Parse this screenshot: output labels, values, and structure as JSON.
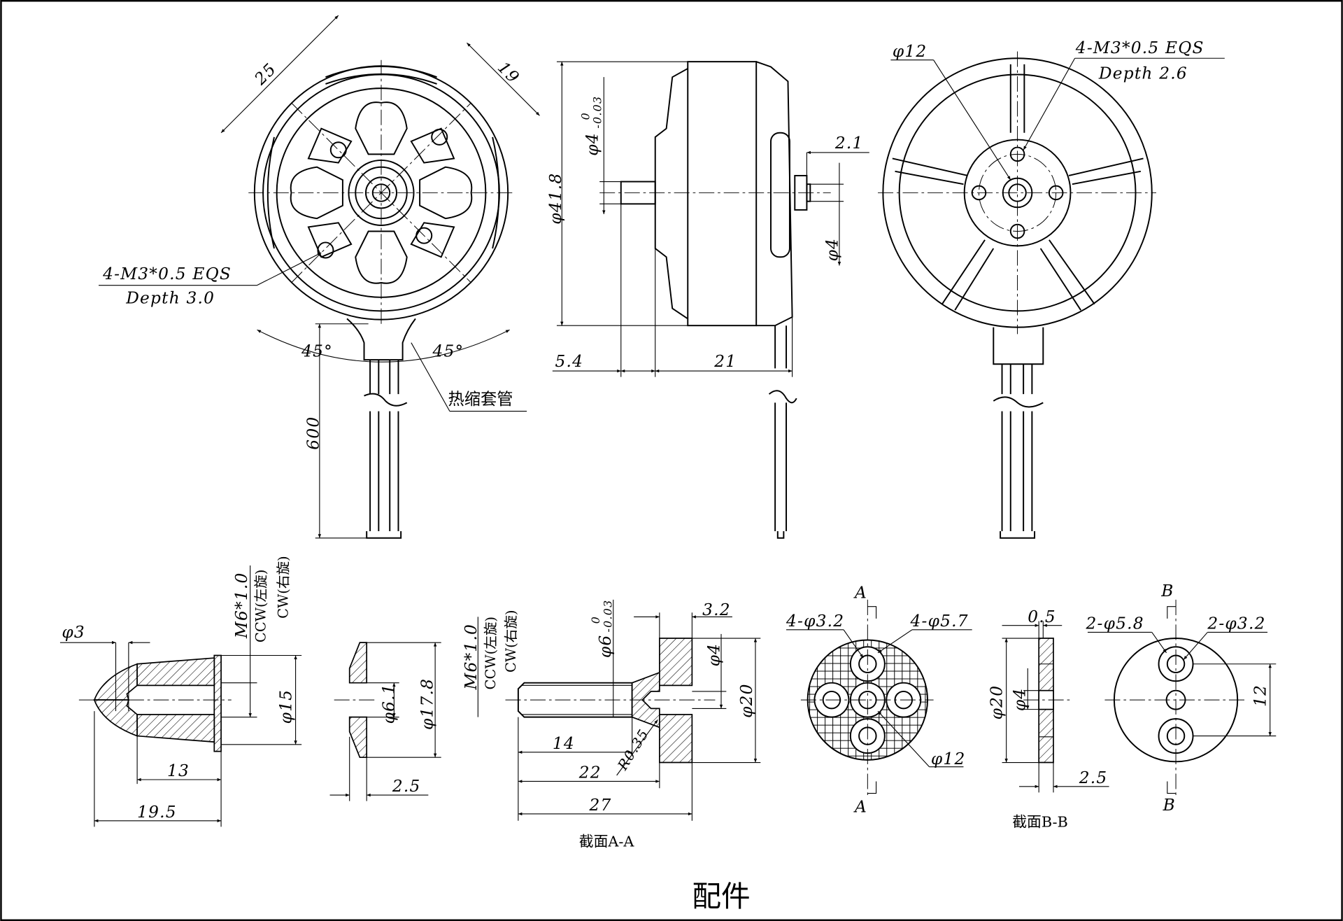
{
  "title": "配件",
  "front_view": {
    "dim_a": "25",
    "dim_b": "19",
    "thread_note": "4-M3*0.5 EQS",
    "depth_note": "Depth 3.0",
    "angle_left": "45°",
    "angle_right": "45°",
    "sleeve_label": "热缩套管",
    "lead_length": "600"
  },
  "side_view": {
    "shaft_dia": "φ4",
    "shaft_tol_upper": "0",
    "shaft_tol_lower": "-0.03",
    "body_dia": "φ41.8",
    "rear_length": "2.1",
    "rear_dia": "φ4",
    "shaft_length": "5.4",
    "body_length": "21"
  },
  "rear_view": {
    "center_dia": "φ12",
    "thread_note": "4-M3*0.5 EQS",
    "depth_note": "Depth 2.6"
  },
  "nut": {
    "hole_dia": "φ3",
    "thread": "M6*1.0",
    "ccw": "CCW(左旋)",
    "cw": "CW(右旋)",
    "outer_dia": "φ15",
    "inner_len": "13",
    "total_len": "19.5"
  },
  "washer": {
    "inner_dia": "φ6.1",
    "outer_dia": "φ17.8",
    "thickness": "2.5"
  },
  "adapter": {
    "thread": "M6*1.0",
    "ccw": "CCW(左旋)",
    "cw": "CW(右旋)",
    "shaft_dia": "φ6",
    "tol_upper": "0",
    "tol_lower": "-0.03",
    "flange_thk": "3.2",
    "bore_dia": "φ4",
    "flange_dia": "φ20",
    "thread_len": "14",
    "radius": "R0.35",
    "len_22": "22",
    "len_27": "27",
    "section_label": "截面A-A"
  },
  "plate_a": {
    "section_mark_top": "A",
    "section_mark_bottom": "A",
    "small_holes": "4-φ3.2",
    "large_holes": "4-φ5.7",
    "center_dia": "φ12"
  },
  "section_b": {
    "step": "0.5",
    "outer_dia": "φ20",
    "bore_dia": "φ4",
    "thickness": "2.5",
    "section_label": "截面B-B"
  },
  "plate_b": {
    "section_mark_top": "B",
    "section_mark_bottom": "B",
    "large_holes": "2-φ5.8",
    "small_holes": "2-φ3.2",
    "spacing": "12"
  }
}
